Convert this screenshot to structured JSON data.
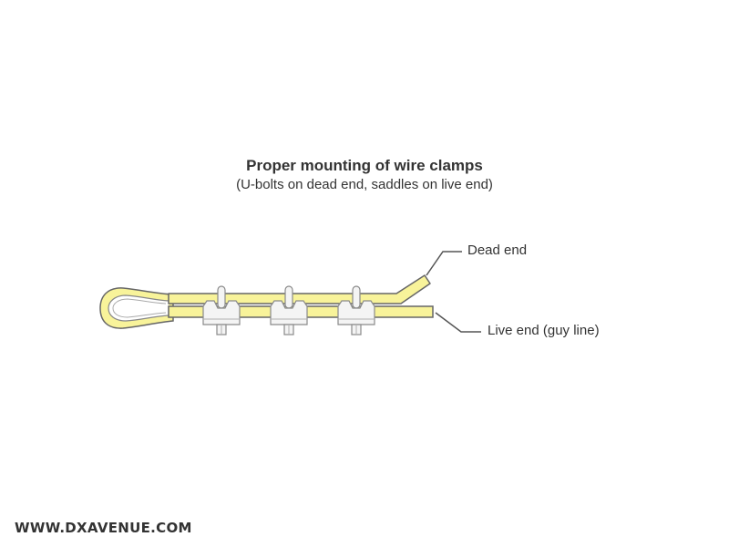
{
  "diagram": {
    "title": "Proper mounting of wire clamps",
    "subtitle": "(U-bolts on dead end, saddles on live end)",
    "labels": {
      "dead_end": "Dead end",
      "live_end": "Live end (guy line)"
    },
    "components": {
      "thimble": "thimble-eye",
      "clamps": [
        {
          "id": "clamp-1",
          "type": "wire-rope-clamp",
          "ubolt_side": "dead end",
          "saddle_side": "live end"
        },
        {
          "id": "clamp-2",
          "type": "wire-rope-clamp",
          "ubolt_side": "dead end",
          "saddle_side": "live end"
        },
        {
          "id": "clamp-3",
          "type": "wire-rope-clamp",
          "ubolt_side": "dead end",
          "saddle_side": "live end"
        }
      ]
    },
    "colors": {
      "wire_fill": "#f8f39a",
      "wire_stroke": "#666666",
      "clamp_fill": "#f4f4f4",
      "clamp_stroke": "#8a8a8a",
      "text": "#333333"
    }
  },
  "footer": {
    "watermark": "WWW.DXAVENUE.COM"
  }
}
